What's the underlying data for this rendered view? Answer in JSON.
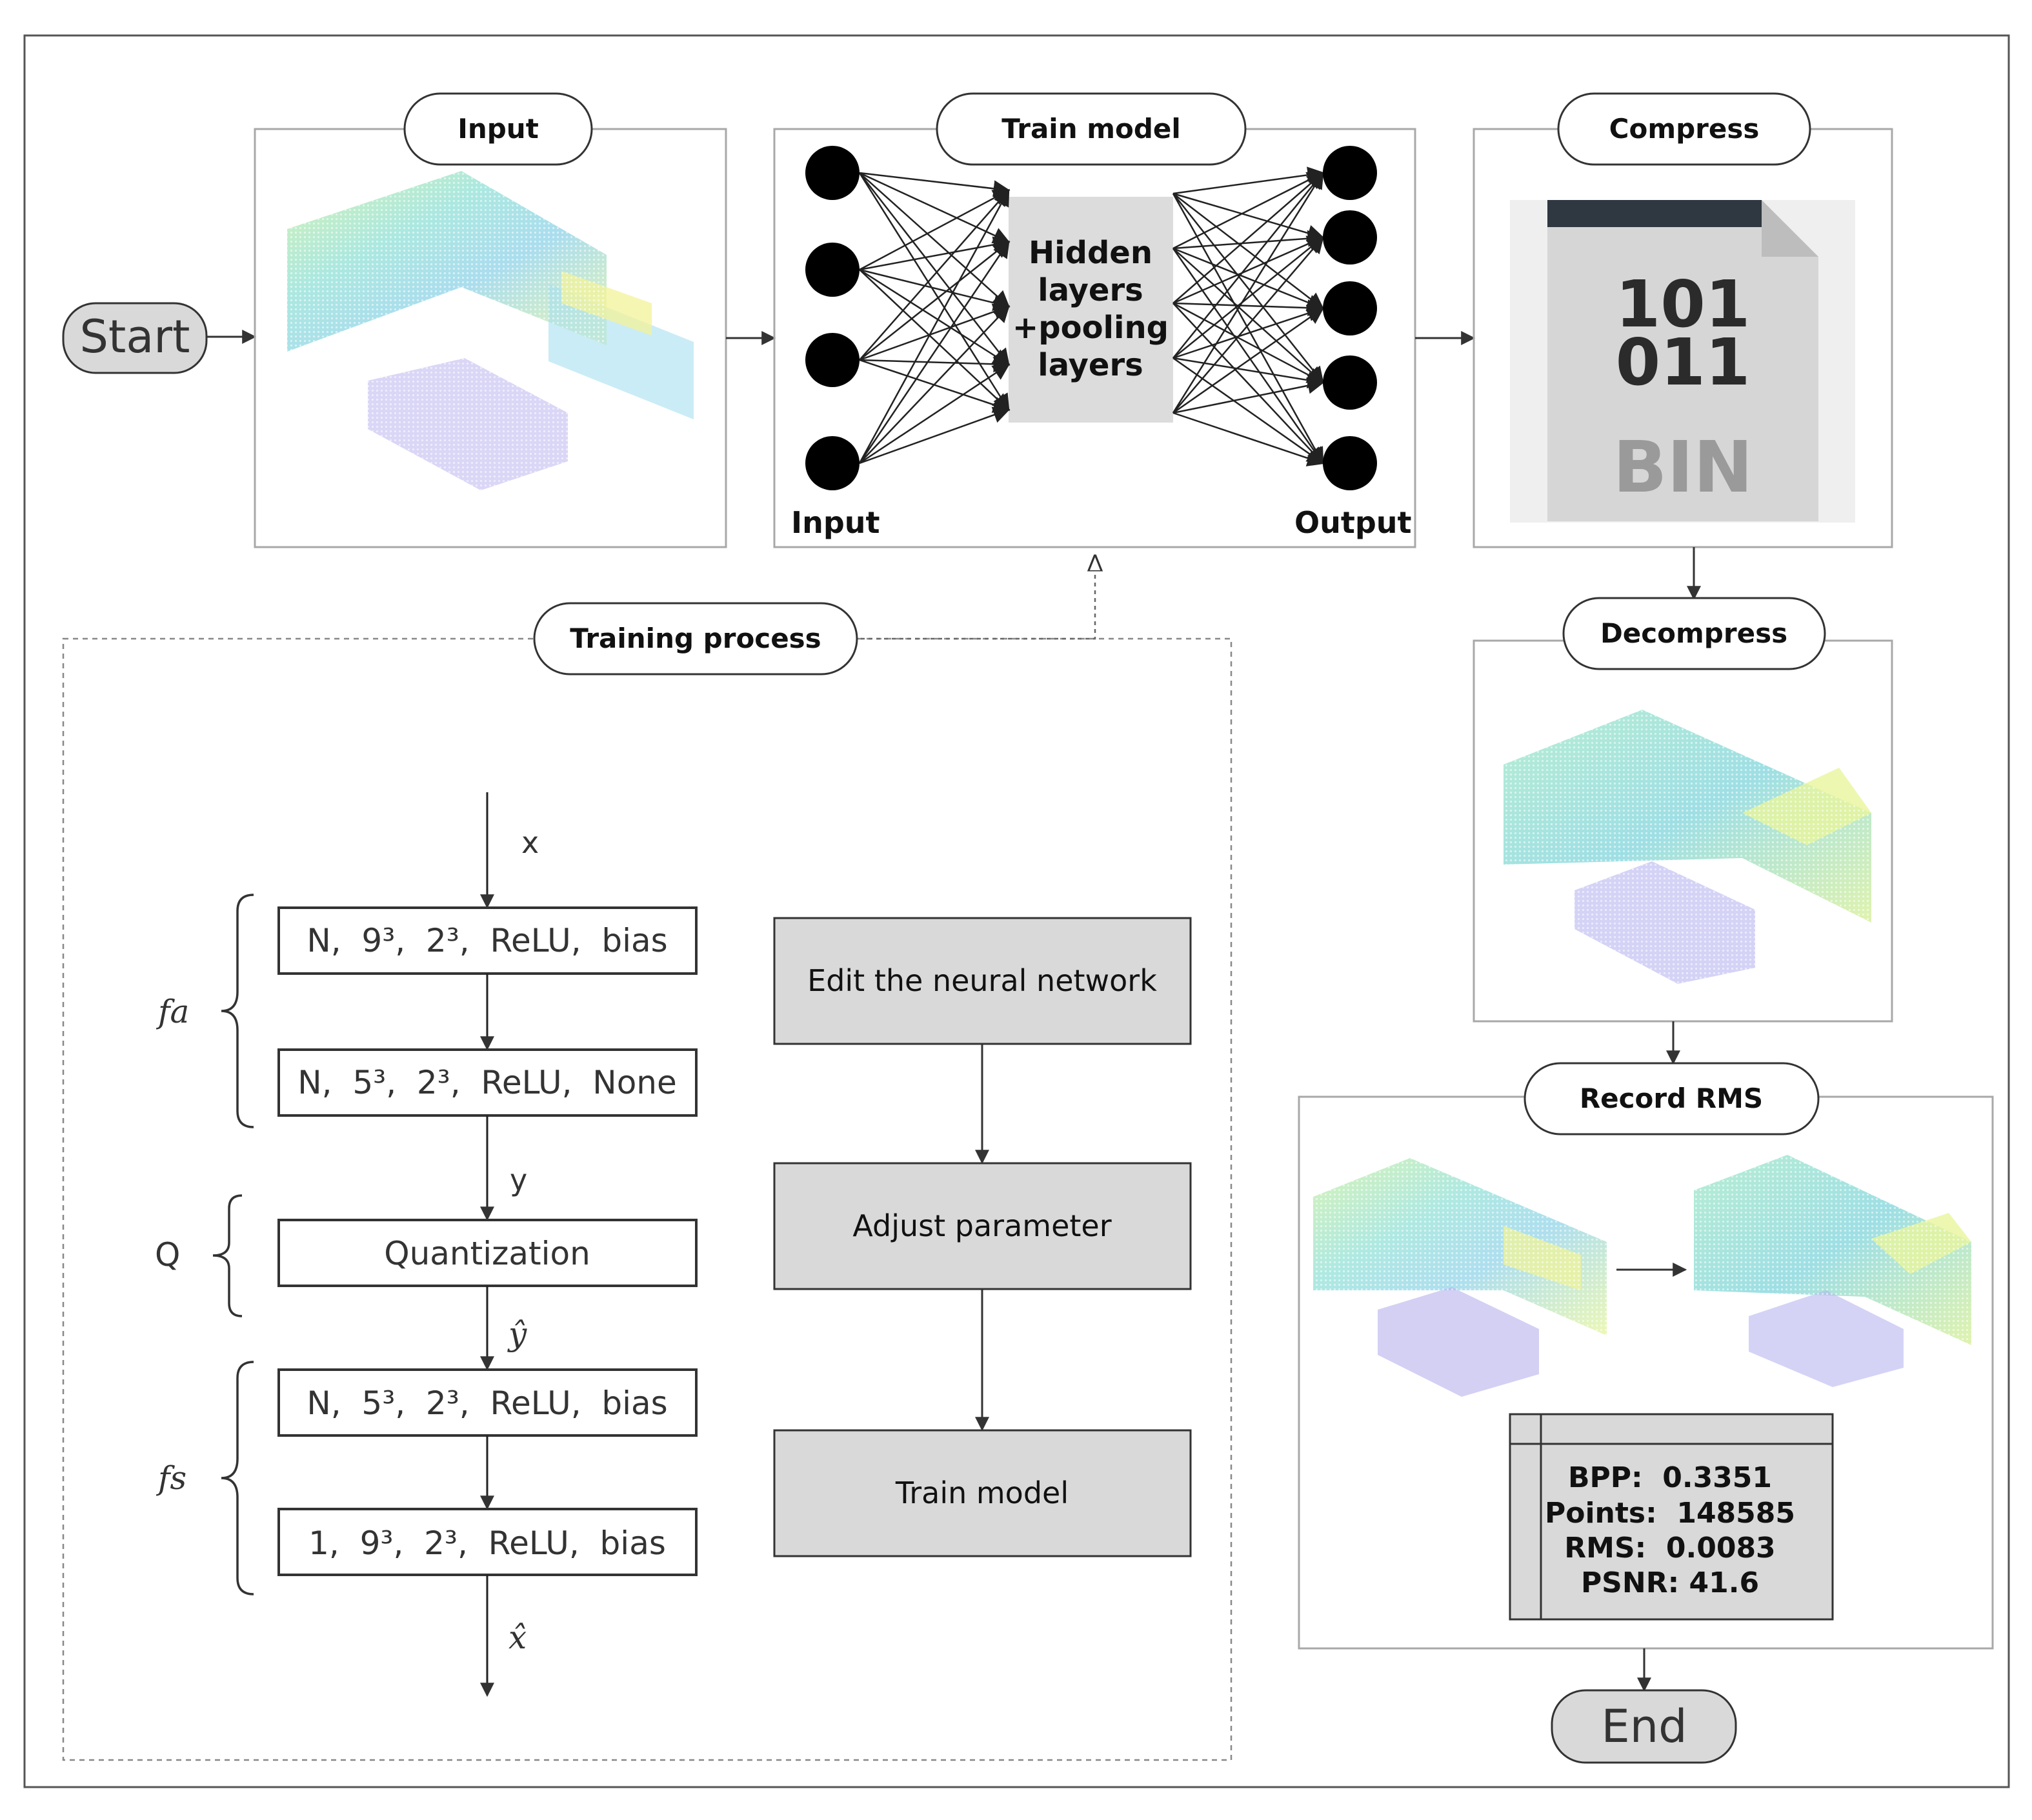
{
  "start_label": "Start",
  "end_label": "End",
  "input_panel": {
    "title": "Input"
  },
  "train_model_panel": {
    "title": "Train model",
    "hidden_text": [
      "Hidden",
      "layers",
      "+pooling",
      "layers"
    ],
    "input_caption": "Input",
    "output_caption": "Output"
  },
  "compress_panel": {
    "title": "Compress",
    "file_icon_lines": [
      "101",
      "011"
    ],
    "file_icon_tag": "BIN"
  },
  "decompress_panel": {
    "title": "Decompress"
  },
  "record_panel": {
    "title": "Record RMS",
    "metrics": [
      "BPP:  0.3351",
      "Points:  148585",
      "RMS:  0.0083",
      "PSNR: 41.6"
    ]
  },
  "training_process": {
    "title": "Training process",
    "layers": [
      "N,  9³,  2³,  ReLU,  bias",
      "N,  5³,  2³,  ReLU,  None",
      "Quantization",
      "N,  5³,  2³,  ReLU,  bias",
      "1,  9³,  2³,  ReLU,  bias"
    ],
    "signals": {
      "x": "x",
      "y": "y",
      "y_hat": "ŷ",
      "x_hat": "x̂"
    },
    "groups": {
      "fa": "fa",
      "q": "Q",
      "fs": "fs"
    },
    "steps": [
      "Edit the neural network",
      "Adjust parameter",
      "Train model"
    ]
  },
  "colors": {
    "panel_border": "#a8a8a8",
    "pill_fill": "#ffffff",
    "gray_box": "#d9d9d9",
    "node": "#000000",
    "file_icon": "#d6d6d6",
    "file_icon_top": "#2f3740",
    "file_text": "#2b2b2b",
    "bin_text": "#9a9a9a"
  }
}
